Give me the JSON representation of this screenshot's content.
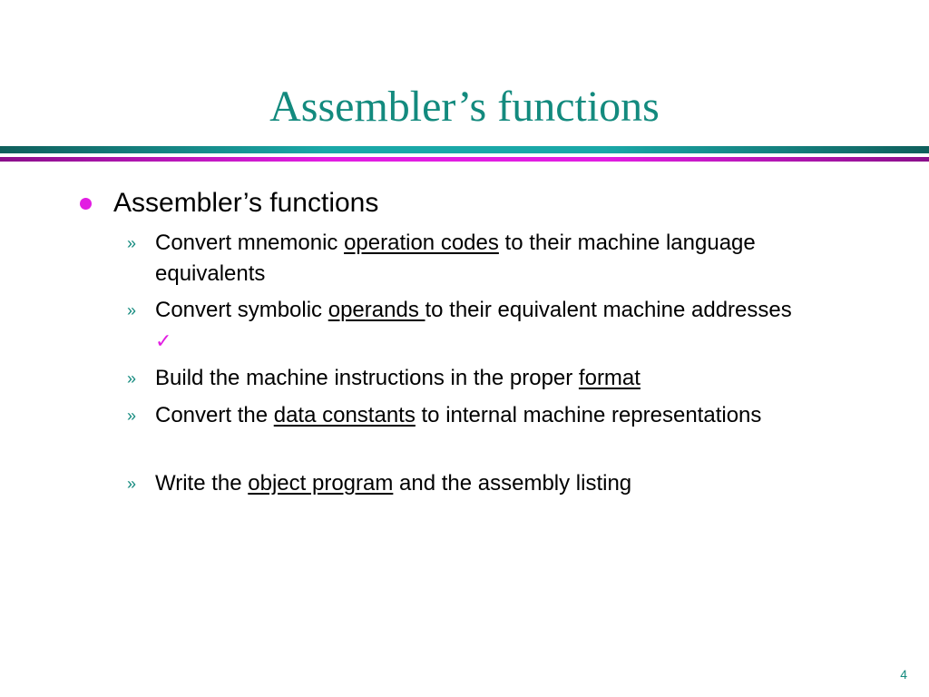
{
  "slide": {
    "title": "Assembler’s functions",
    "page_number": "4"
  },
  "main": {
    "bullet": "Assembler’s functions",
    "sub_marker": "»",
    "sub_items": [
      {
        "pre": "Convert mnemonic ",
        "link": "operation codes",
        "post": " to their machine language equivalents"
      },
      {
        "pre": "Convert symbolic ",
        "link": "operands ",
        "post": "to their equivalent machine addresses ",
        "check": "✓"
      },
      {
        "pre": "Build the machine instructions in the proper ",
        "link": "format",
        "post": ""
      },
      {
        "pre": "Convert the ",
        "link": "data constants",
        "post": " to internal machine representations"
      },
      {
        "pre": "Write the ",
        "link": "object program",
        "post": " and the assembly listing"
      }
    ]
  },
  "colors": {
    "title": "#138a7e",
    "bullet_dot": "#e21de2",
    "rule_teal": "#1aa8a8",
    "rule_magenta": "#e21de2"
  }
}
